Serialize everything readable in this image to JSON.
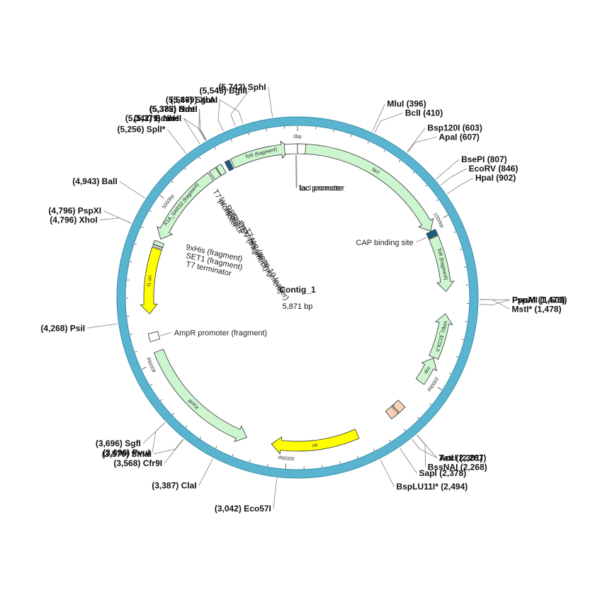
{
  "plasmid": {
    "name": "Contig_1",
    "length_label": "5,871 bp",
    "length": 5871
  },
  "ticks": [
    {
      "bp": 0,
      "label": "0bp"
    },
    {
      "bp": 1000,
      "label": "1000bp"
    },
    {
      "bp": 2000,
      "label": "2000bp"
    },
    {
      "bp": 3000,
      "label": "3000bp"
    },
    {
      "bp": 4000,
      "label": "4000bp"
    },
    {
      "bp": 5000,
      "label": "5000bp"
    }
  ],
  "colors": {
    "backbone": "#5ab4d0",
    "backbone_edge": "#3b8fa8",
    "feature": "#ccf5d0",
    "ori": "#ffff00",
    "bom": "#f5d2b8",
    "dark": "#1a5f80",
    "leader": "#808080"
  },
  "features": [
    {
      "id": "tcr-frag-1",
      "label": "TcR (fragment)",
      "start": 5450,
      "end": 5830,
      "dir": 1,
      "color": "#ccf5d0",
      "track": 0
    },
    {
      "id": "laci",
      "label": "lacI",
      "start": 5871,
      "end": 1035,
      "dir": 1,
      "color": "#ccf5d0",
      "track": 0
    },
    {
      "id": "tcr-frag-2",
      "label": "TcR (fragment)",
      "start": 1080,
      "end": 1430,
      "dir": 1,
      "color": "#ccf5d0",
      "track": 0
    },
    {
      "id": "ypb1",
      "label": "YPB1_ECOLX",
      "start": 1570,
      "end": 1855,
      "dir": -1,
      "color": "#ccf5d0",
      "track": 0
    },
    {
      "id": "rop",
      "label": "rop",
      "start": 1860,
      "end": 2030,
      "dir": -1,
      "color": "#ccf5d0",
      "track": 0
    },
    {
      "id": "ori",
      "label": "ori",
      "start": 2550,
      "end": 3100,
      "dir": 1,
      "color": "#ffff00",
      "track": 0
    },
    {
      "id": "kanr",
      "label": "KanR",
      "start": 3260,
      "end": 4060,
      "dir": -1,
      "color": "#ccf5d0",
      "track": 0
    },
    {
      "id": "f1ori",
      "label": "f1 ori",
      "start": 4300,
      "end": 4715,
      "dir": -1,
      "color": "#ffff00",
      "track": 0
    },
    {
      "id": "r1a",
      "label": "R1A_SARS2 (fragment)",
      "start": 4780,
      "end": 5290,
      "dir": -1,
      "color": "#ccf5d0",
      "track": 0
    }
  ],
  "boxes": [
    {
      "id": "bom",
      "label": "bom",
      "start": 2210,
      "end": 2320,
      "color": "#f5d2b8"
    },
    {
      "id": "lac-box",
      "label": "",
      "start": 5790,
      "end": 5871,
      "color": "#ffffff"
    },
    {
      "id": "lac-box2",
      "label": "",
      "start": 0,
      "end": 50,
      "color": "#ffffff"
    },
    {
      "id": "cap",
      "label": "",
      "start": 1038,
      "end": 1075,
      "color": "#1a5f80"
    },
    {
      "id": "t7-lead",
      "label": "",
      "start": 5300,
      "end": 5345,
      "color": "#ccf5d0"
    },
    {
      "id": "t7-lead2",
      "label": "",
      "start": 5350,
      "end": 5385,
      "color": "#ccf5d0"
    },
    {
      "id": "lac-op",
      "label": "",
      "start": 5410,
      "end": 5440,
      "color": "#1a5f80"
    },
    {
      "id": "his",
      "label": "",
      "start": 4735,
      "end": 4760,
      "color": "#ccf5d0"
    },
    {
      "id": "set1",
      "label": "",
      "start": 4722,
      "end": 4733,
      "color": "#ffffff"
    },
    {
      "id": "ampr-prom",
      "label": "",
      "start": 4130,
      "end": 4180,
      "color": "#ffffff"
    }
  ],
  "inner_labels": [
    {
      "id": "lac-promoter",
      "text": "lac promoter",
      "bp": 5865,
      "r": 205,
      "rot": 90
    },
    {
      "id": "laci-promoter",
      "text": "lacI promoter",
      "bp": 5860,
      "r": 205,
      "rot": 90
    },
    {
      "id": "cap-site",
      "text": "CAP binding site",
      "bp": 1060,
      "r": 235,
      "rot": 0
    },
    {
      "id": "ampr-prom-label",
      "text": "AmpR promoter (fragment)",
      "bp": 4150,
      "r": 235,
      "rot": 0
    }
  ],
  "stack_labels": [
    {
      "id": "t7-promoter",
      "text": "T7 promoter"
    },
    {
      "id": "lac-operator",
      "text": "lac operator"
    },
    {
      "id": "rbs",
      "text": "RBS"
    },
    {
      "id": "captev",
      "text": "capTEV (fragment)"
    },
    {
      "id": "thrombin",
      "text": "thrombin site (fragment)"
    },
    {
      "id": "t7tag",
      "text": "T7 tag (gene 10 leader)"
    },
    {
      "id": "his-tag",
      "text": "9xHis (fragment)"
    },
    {
      "id": "set1-label",
      "text": "SET1 (fragment)"
    },
    {
      "id": "t7-term",
      "text": "T7 terminator"
    }
  ],
  "sites": [
    {
      "text": "MluI (396)",
      "bp": 396
    },
    {
      "text": "BclI (410)",
      "bp": 410
    },
    {
      "text": "Bsp120I (603)",
      "bp": 603
    },
    {
      "text": "ApaI (607)",
      "bp": 607
    },
    {
      "text": "BsePI (807)",
      "bp": 807
    },
    {
      "text": "EcoRV (846)",
      "bp": 846
    },
    {
      "text": "HpaI (902)",
      "bp": 902
    },
    {
      "text": "FspAI (1,478)",
      "bp": 1478
    },
    {
      "text": "MstI* (1,478)",
      "bp": 1478
    },
    {
      "text": "PpuMI (1,503)",
      "bp": 1503
    },
    {
      "text": "AccI (2,267)",
      "bp": 2267
    },
    {
      "text": "BssNAI (2,268)",
      "bp": 2268
    },
    {
      "text": "TatI (2,301)",
      "bp": 2301
    },
    {
      "text": "SapI (2,378)",
      "bp": 2378
    },
    {
      "text": "BspLU11I* (2,494)",
      "bp": 2494
    },
    {
      "text": "(3,042) Eco57I",
      "bp": 3042
    },
    {
      "text": "(3,387) ClaI",
      "bp": 3387
    },
    {
      "text": "(3,568) Cfr9I",
      "bp": 3568
    },
    {
      "text": "(3,570) SmaI",
      "bp": 3570
    },
    {
      "text": "(3,696) SgfI",
      "bp": 3696
    },
    {
      "text": "(3,696) PvuI",
      "bp": 3696
    },
    {
      "text": "(4,268) PsiI",
      "bp": 4268
    },
    {
      "text": "(4,796) PspXI",
      "bp": 4796
    },
    {
      "text": "(4,796) XhoI",
      "bp": 4796
    },
    {
      "text": "(4,943) BalI",
      "bp": 4943
    },
    {
      "text": "(5,256) SplI*",
      "bp": 5256
    },
    {
      "text": "(5,342) BamHI",
      "bp": 5342
    },
    {
      "text": "(5,375) BmtI",
      "bp": 5375
    },
    {
      "text": "(5,379) NheI",
      "bp": 5379
    },
    {
      "text": "(5,382) NdeI",
      "bp": 5382
    },
    {
      "text": "(5,479) XbaI",
      "bp": 5479
    },
    {
      "text": "(5,545) BglII",
      "bp": 5545
    },
    {
      "text": "(5,586) SgrAI",
      "bp": 5586
    },
    {
      "text": "(5,742) SphI",
      "bp": 5742
    }
  ]
}
